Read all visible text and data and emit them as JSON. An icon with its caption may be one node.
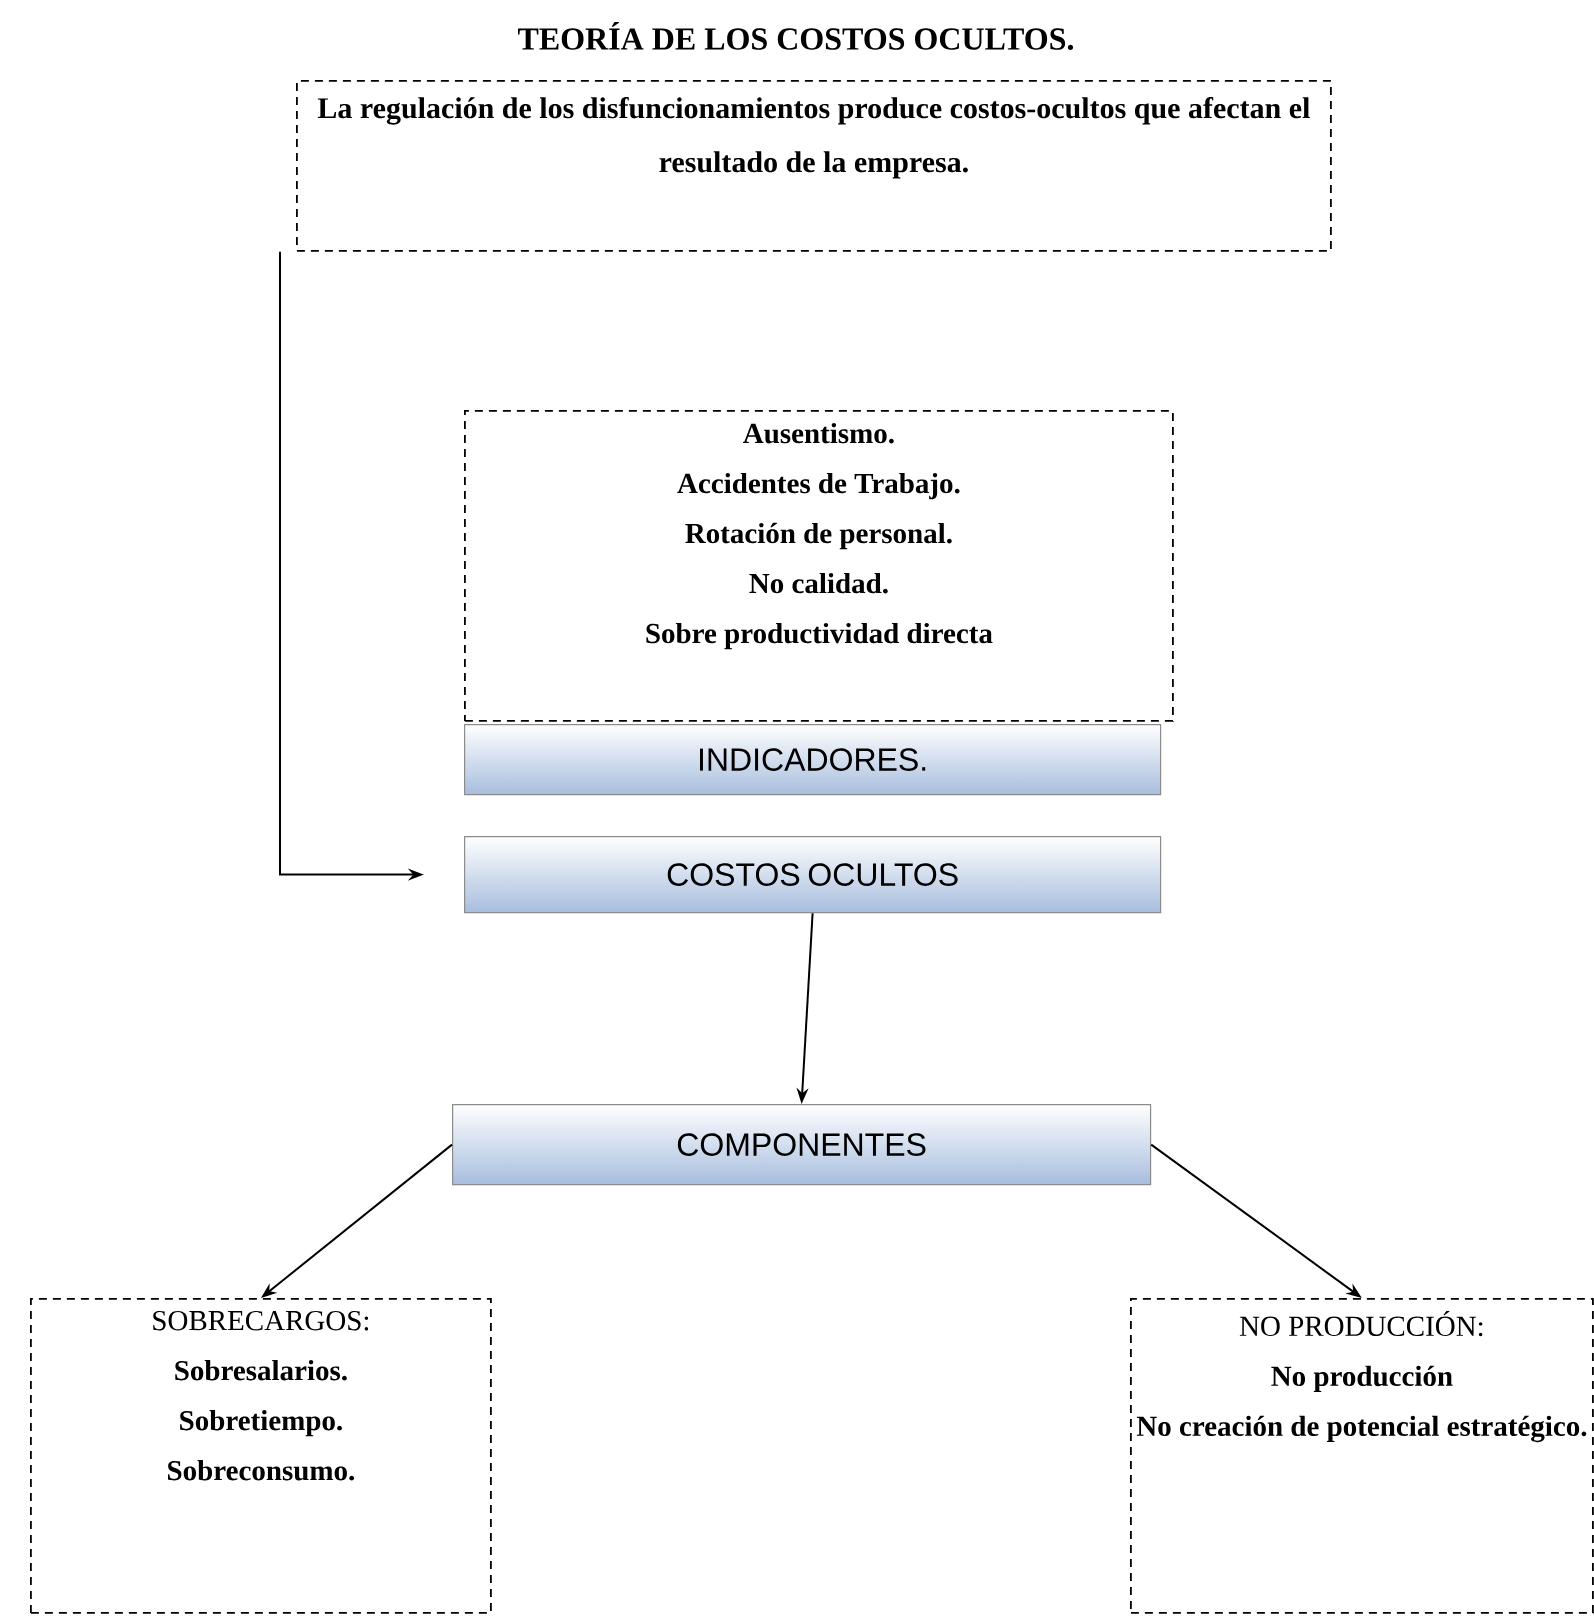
{
  "diagram": {
    "title": "TEORÍA DE LOS COSTOS OCULTOS.",
    "nodes": [
      {
        "text": [
          "La regulación de los disfuncionamientos produce costos-ocultos que afectan el resultado de la empresa."
        ]
      },
      {
        "text": [
          "Ausentismo.",
          "Accidentes de Trabajo.",
          "Rotación de personal.",
          "No calidad.",
          "Sobre productividad directa"
        ]
      },
      {
        "text": [
          "INDICADORES."
        ]
      },
      {
        "text": [
          "COSTOS OCULTOS"
        ]
      },
      {
        "text": [
          "COMPONENTES"
        ]
      },
      {
        "text": [
          "SOBRECARGOS:",
          "Sobresalarios.",
          "Sobretiempo.",
          "Sobreconsumo."
        ]
      },
      {
        "text": [
          "NO PRODUCCIÓN:",
          "No producción",
          "No creación de potencial estratégico."
        ]
      }
    ],
    "edges": [
      {
        "from": 0,
        "to": 3,
        "arrow": "to"
      },
      {
        "from": 3,
        "to": 4,
        "arrow": "to"
      },
      {
        "from": 4,
        "to": 5,
        "arrow": "to"
      },
      {
        "from": 4,
        "to": 6,
        "arrow": "to"
      }
    ]
  }
}
